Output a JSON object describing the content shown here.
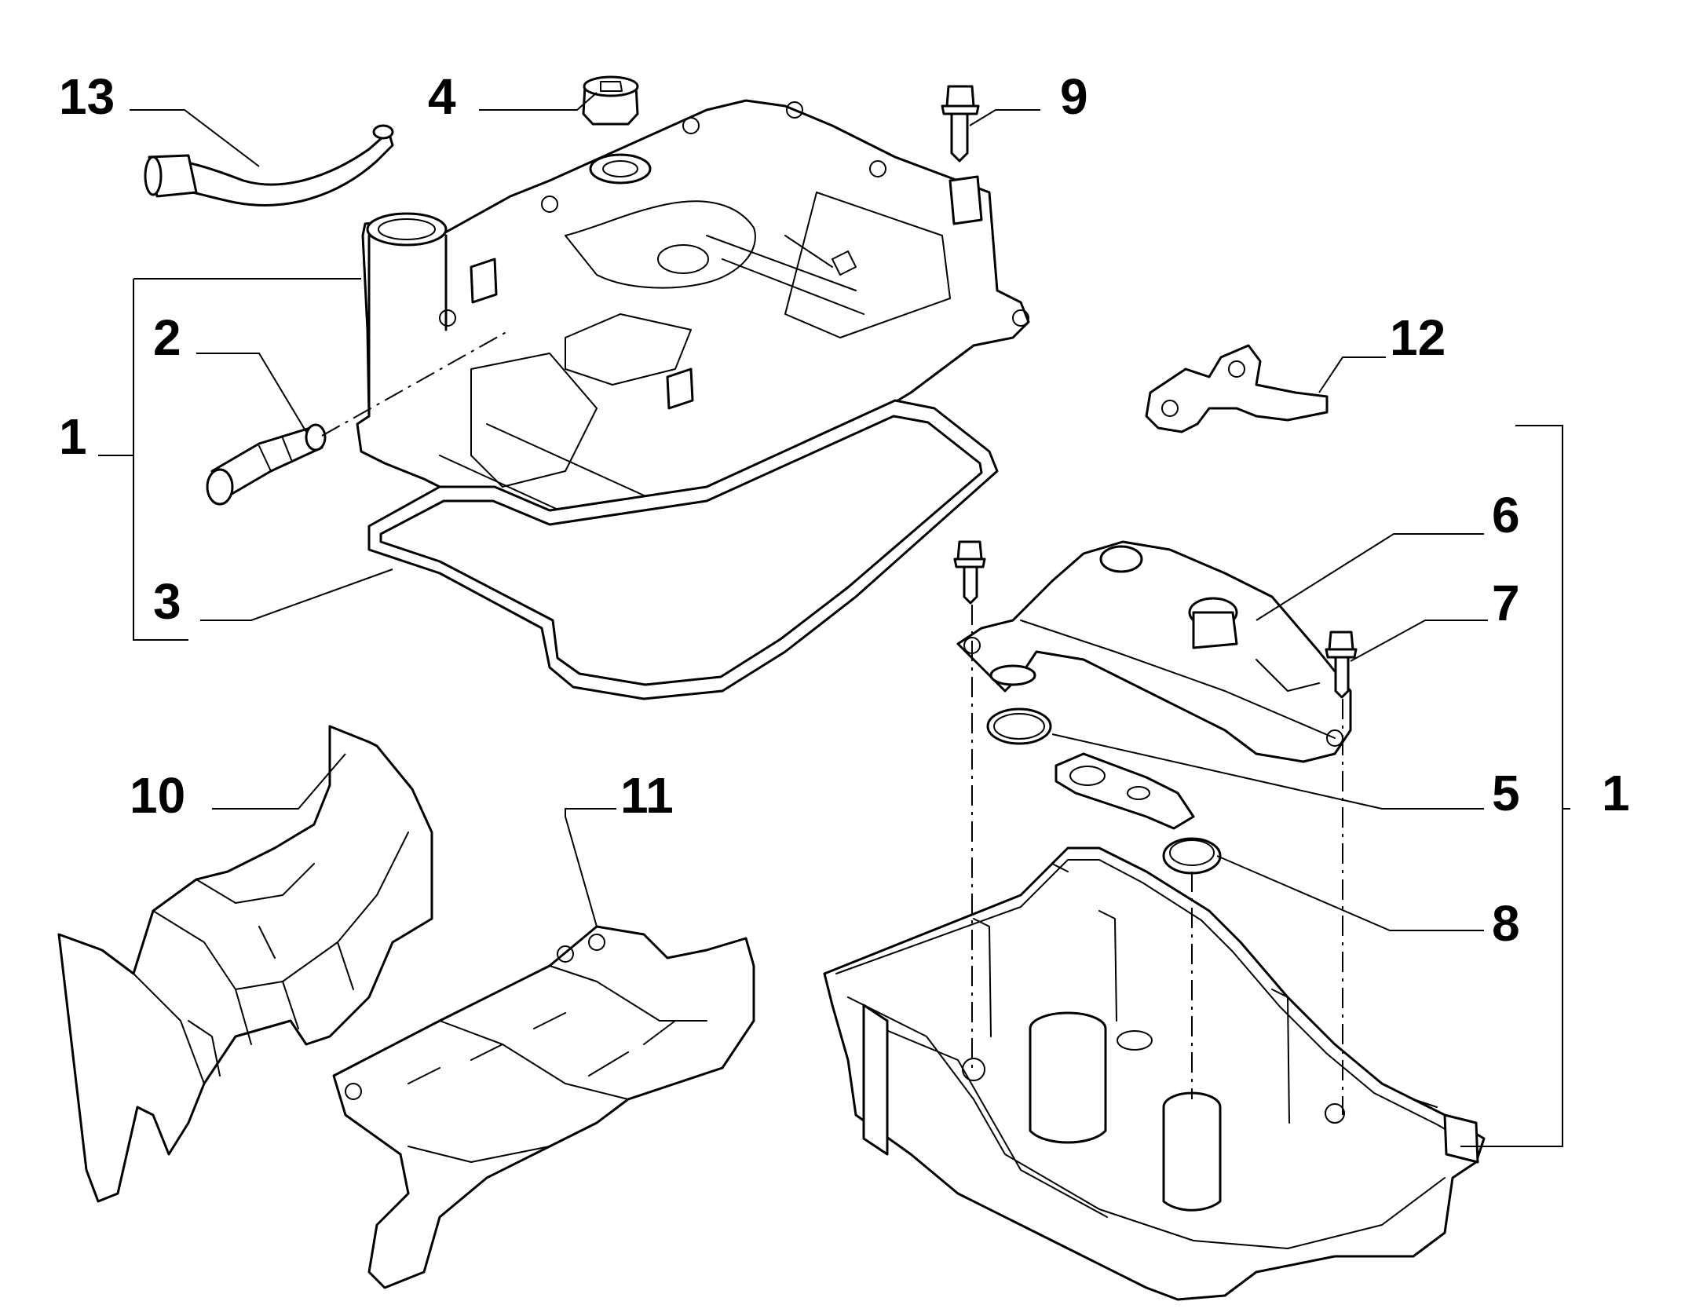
{
  "callouts": {
    "c13": "13",
    "c4": "4",
    "c9": "9",
    "c2": "2",
    "c1_left": "1",
    "c3": "3",
    "c12": "12",
    "c6": "6",
    "c7": "7",
    "c5": "5",
    "c1_right": "1",
    "c8": "8",
    "c10": "10",
    "c11": "11"
  }
}
